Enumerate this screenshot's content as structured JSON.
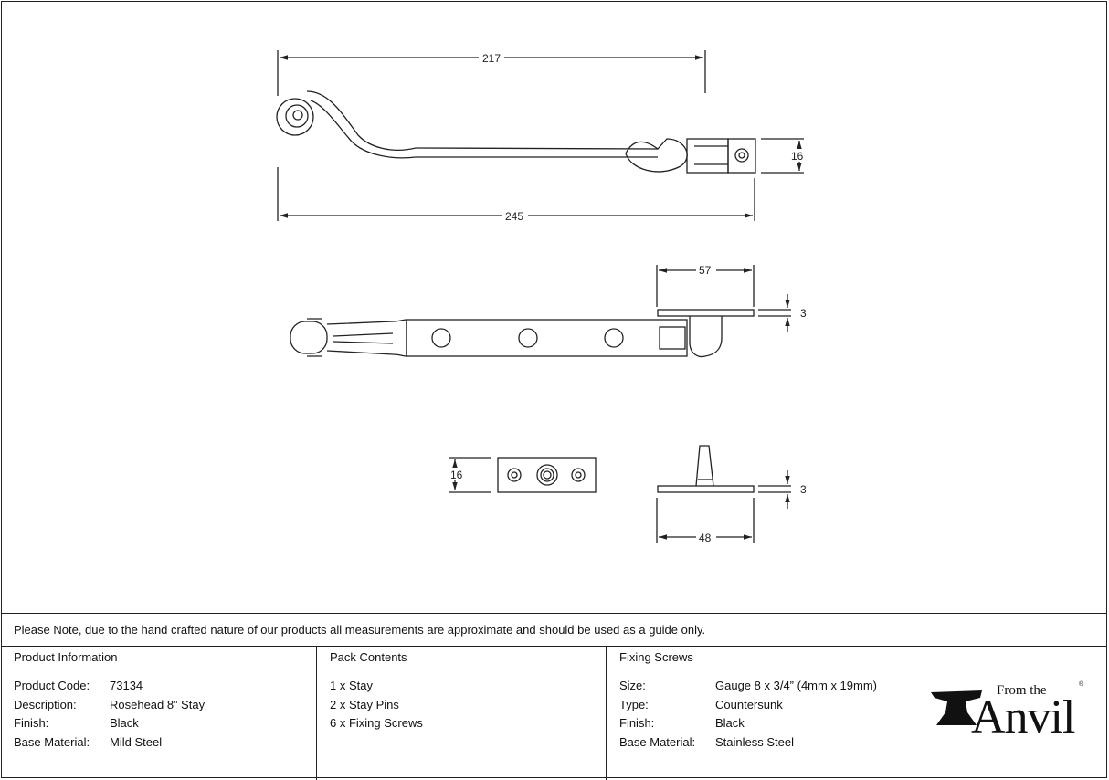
{
  "dimensions": {
    "top_width": "217",
    "top_total": "245",
    "top_height": "16",
    "side_plate": "57",
    "side_thick": "3",
    "pin_height": "16",
    "pin_thick": "3",
    "pin_width": "48"
  },
  "note": "Please Note, due to the hand crafted nature of our products all measurements are approximate and should be used as a guide only.",
  "product": {
    "heading": "Product Information",
    "rows": [
      {
        "k": "Product Code:",
        "v": "73134"
      },
      {
        "k": "Description:",
        "v": "Rosehead 8” Stay"
      },
      {
        "k": "Finish:",
        "v": "Black"
      },
      {
        "k": "Base Material:",
        "v": "Mild Steel"
      }
    ]
  },
  "pack": {
    "heading": "Pack Contents",
    "items": [
      "1 x Stay",
      "2 x Stay Pins",
      "6 x Fixing Screws"
    ]
  },
  "screws": {
    "heading": "Fixing Screws",
    "rows": [
      {
        "k": "Size:",
        "v": "Gauge 8 x 3/4” (4mm x 19mm)"
      },
      {
        "k": "Type:",
        "v": "Countersunk"
      },
      {
        "k": "Finish:",
        "v": "Black"
      },
      {
        "k": "Base Material:",
        "v": "Stainless Steel"
      }
    ]
  },
  "logo": {
    "from": "From the",
    "name": "Anvil",
    "reg": "®"
  }
}
